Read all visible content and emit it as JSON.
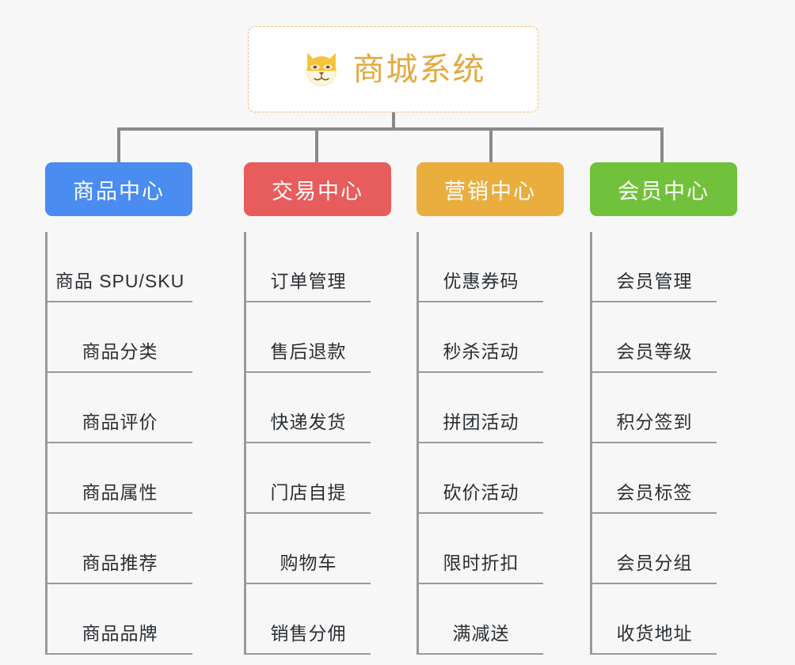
{
  "diagram": {
    "root": {
      "title": "商城系统",
      "icon": "shiba-dog-icon",
      "border_color": "#eac06b",
      "text_color": "#e3a93f",
      "background": "#ffffff"
    },
    "line_color": "#8a8a8a",
    "background": "#f7f7f7",
    "categories": [
      {
        "label": "商品中心",
        "color": "#4a8cf0",
        "items": [
          "商品 SPU/SKU",
          "商品分类",
          "商品评价",
          "商品属性",
          "商品推荐",
          "商品品牌"
        ]
      },
      {
        "label": "交易中心",
        "color": "#e75c5c",
        "items": [
          "订单管理",
          "售后退款",
          "快递发货",
          "门店自提",
          "购物车",
          "销售分佣"
        ]
      },
      {
        "label": "营销中心",
        "color": "#e9ae3e",
        "items": [
          "优惠券码",
          "秒杀活动",
          "拼团活动",
          "砍价活动",
          "限时折扣",
          "满减送"
        ]
      },
      {
        "label": "会员中心",
        "color": "#72c13c",
        "items": [
          "会员管理",
          "会员等级",
          "积分签到",
          "会员标签",
          "会员分组",
          "收货地址"
        ]
      }
    ]
  }
}
